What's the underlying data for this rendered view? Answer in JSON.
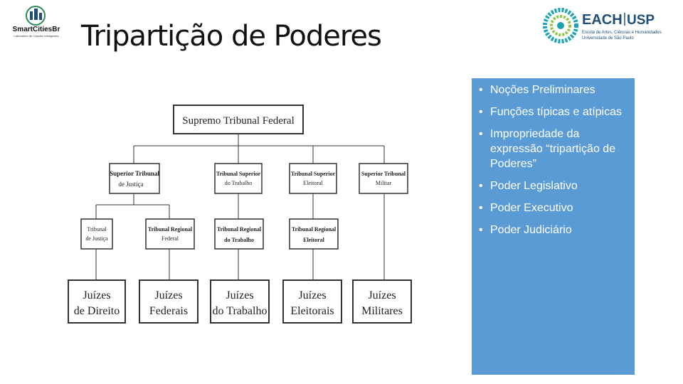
{
  "header": {
    "title": "Tripartição de Poderes",
    "left_logo": {
      "name": "SmartCitiesBr",
      "tagline": "Laboratório de Cidades Inteligentes"
    },
    "right_logo": {
      "name": "EACH",
      "suffix": "USP",
      "line1": "Escola de Artes, Ciências e Humanidades",
      "line2": "Universidade de São Paulo"
    }
  },
  "diagram": {
    "top": "Supremo Tribunal Federal",
    "level2": [
      {
        "l1": "Superior Tribunal",
        "l2": "de Justiça"
      },
      {
        "l1": "Tribunal Superior",
        "l2": "do Trabalho"
      },
      {
        "l1": "Tribunal Superior",
        "l2": "Eleitoral"
      },
      {
        "l1": "Superior Tribunal",
        "l2": "Militar"
      }
    ],
    "level3": [
      {
        "l1": "Tribunal",
        "l2": "de Justiça"
      },
      {
        "l1": "Tribunal Regional",
        "l2": "Federal"
      },
      {
        "l1": "Tribunal Regional",
        "l2": "do Trabalho"
      },
      {
        "l1": "Tribunal Regional",
        "l2": "Eleitoral"
      }
    ],
    "level4": [
      {
        "l1": "Juízes",
        "l2": "de Direito"
      },
      {
        "l1": "Juízes",
        "l2": "Federais"
      },
      {
        "l1": "Juízes",
        "l2": "do Trabalho"
      },
      {
        "l1": "Juízes",
        "l2": "Eleitorais"
      },
      {
        "l1": "Juízes",
        "l2": "Militares"
      }
    ]
  },
  "topics": [
    "Noções Preliminares",
    "Funções típicas e atípicas",
    "Impropriedade da expressão “tripartição de Poderes”",
    "Poder Legislativo",
    "Poder Executivo",
    "Poder Judiciário"
  ],
  "colors": {
    "panel": "#5b9bd5",
    "each_teal": "#1aa3b5",
    "usp_blue": "#1f4e79"
  }
}
